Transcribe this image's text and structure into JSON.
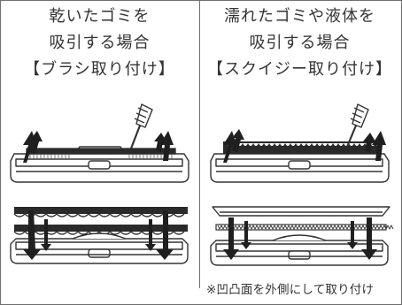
{
  "left_panel": {
    "title_lines": [
      "乾いたゴミを",
      "吸引する場合",
      "【ブラシ取り付け】"
    ]
  },
  "right_panel": {
    "title_lines": [
      "濡れたゴミや液体を",
      "吸引する場合",
      "【スクイジー取り付け】"
    ]
  },
  "note": "※凹凸面を外側にして取り付け",
  "colors": {
    "line": "#333333",
    "frame": "#6f6f6f",
    "fill": "#ffffff",
    "brush": "#2a2a2a"
  }
}
